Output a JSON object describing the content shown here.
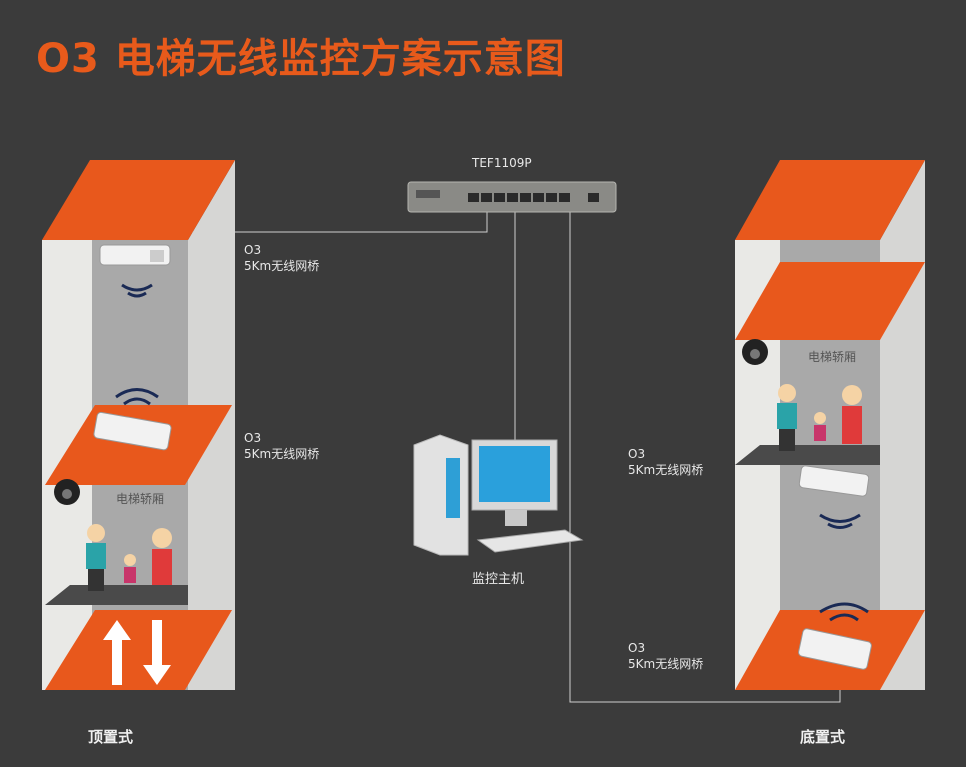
{
  "title": "O3 电梯无线监控方案示意图",
  "switch": {
    "label": "TEF1109P"
  },
  "host": {
    "label": "监控主机"
  },
  "left_shaft": {
    "caption": "顶置式",
    "cabin_label": "电梯轿厢",
    "bridge_top": {
      "model": "O3",
      "desc": "5Km无线网桥"
    },
    "bridge_cabin": {
      "model": "O3",
      "desc": "5Km无线网桥"
    }
  },
  "right_shaft": {
    "caption": "底置式",
    "cabin_label": "电梯轿厢",
    "bridge_cabin": {
      "model": "O3",
      "desc": "5Km无线网桥"
    },
    "bridge_bottom": {
      "model": "O3",
      "desc": "5Km无线网桥"
    }
  },
  "colors": {
    "background": "#3b3b3b",
    "accent": "#e85a1b",
    "shaft_back": "#a9a9a9",
    "shaft_front": "#e9e9e6"
  }
}
